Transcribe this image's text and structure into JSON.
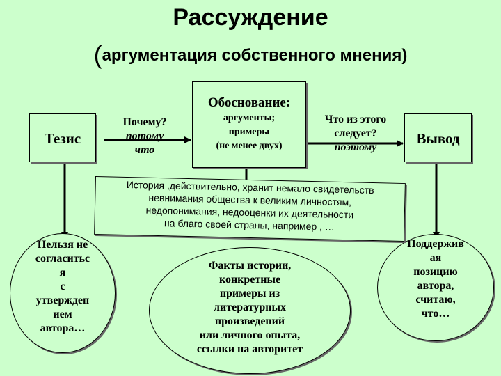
{
  "title": "Рассуждение",
  "subtitle": {
    "open_paren": "(",
    "text": "аргументация собственного мнения)"
  },
  "thesis": {
    "label": "Тезис"
  },
  "justification": {
    "heading": "Обоснование:",
    "lines": [
      "аргументы;",
      "примеры",
      "(не менее двух)"
    ]
  },
  "conclusion": {
    "label": "Вывод"
  },
  "arrow_thesis_to_justification": {
    "question": "Почему?",
    "italic": [
      "потому",
      "что"
    ]
  },
  "arrow_justification_to_conclusion": {
    "question": [
      "Что из этого",
      "следует?"
    ],
    "italic": "поэтому"
  },
  "note": {
    "lines": [
      "История ,действительно, хранит немало свидетельств",
      "невнимания общества к великим личностям,",
      "недопонимания, недооценки их деятельности",
      "на благо своей страны, например , …"
    ]
  },
  "ellipse_left": {
    "lines": [
      "Нельзя не",
      "согласитьс",
      "я",
      "с",
      "утвержден",
      "ием",
      "автора…"
    ]
  },
  "ellipse_middle": {
    "lines": [
      "Факты истории,",
      "конкретные",
      "примеры из",
      "литературных",
      "произведений",
      "или личного опыта,",
      "ссылки на авторитет"
    ]
  },
  "ellipse_right": {
    "lines": [
      "Поддержив",
      "ая",
      "позицию",
      "автора,",
      "считаю,",
      "что…"
    ]
  },
  "colors": {
    "background": "#ccffcc",
    "line": "#000000",
    "shadow": "#666666"
  }
}
